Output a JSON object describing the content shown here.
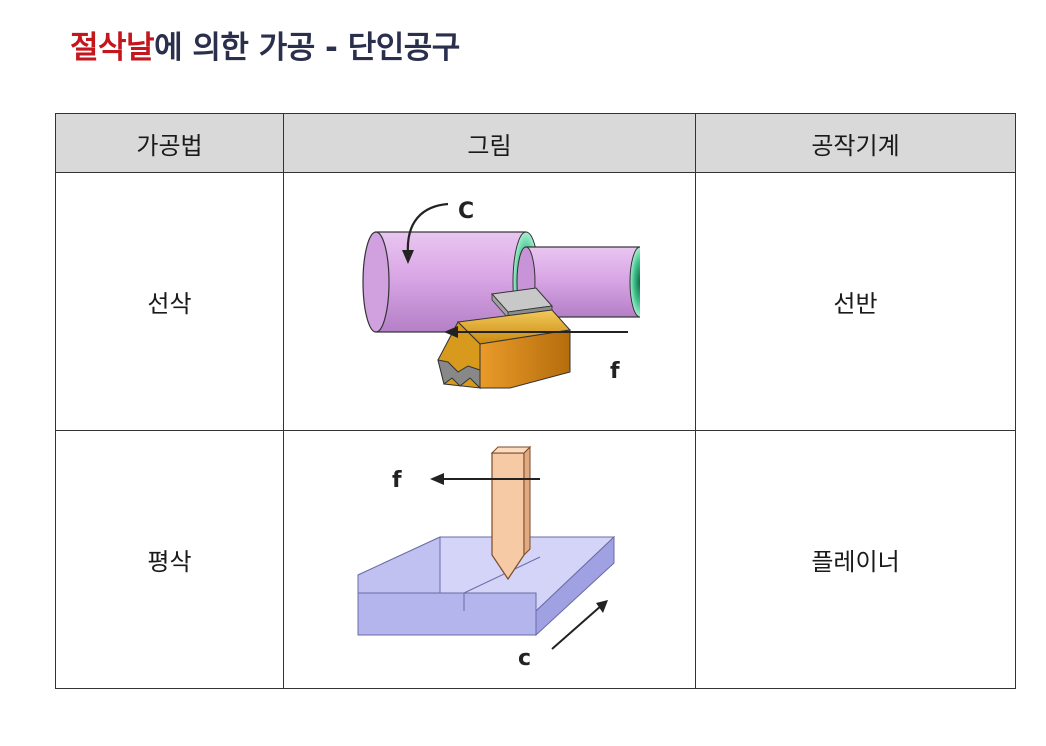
{
  "title": {
    "highlight": "절삭날",
    "rest": "에 의한 가공 - 단인공구"
  },
  "table": {
    "headers": [
      "가공법",
      "그림",
      "공작기계"
    ],
    "rows": [
      {
        "method": "선삭",
        "machine": "선반",
        "figure_labels": {
          "c": "C",
          "f": "f"
        }
      },
      {
        "method": "평삭",
        "machine": "플레이너",
        "figure_labels": {
          "f": "f",
          "c": "c"
        }
      }
    ]
  },
  "colors": {
    "title_text": "#2b2f4e",
    "title_highlight": "#c4161c",
    "header_bg": "#d9d9d9",
    "workpiece_cylinder": "#d9a6e6",
    "tool_body": "#e0a81e",
    "planer_workpiece": "#c7c8f5",
    "planer_tool": "#f4c8a0"
  }
}
